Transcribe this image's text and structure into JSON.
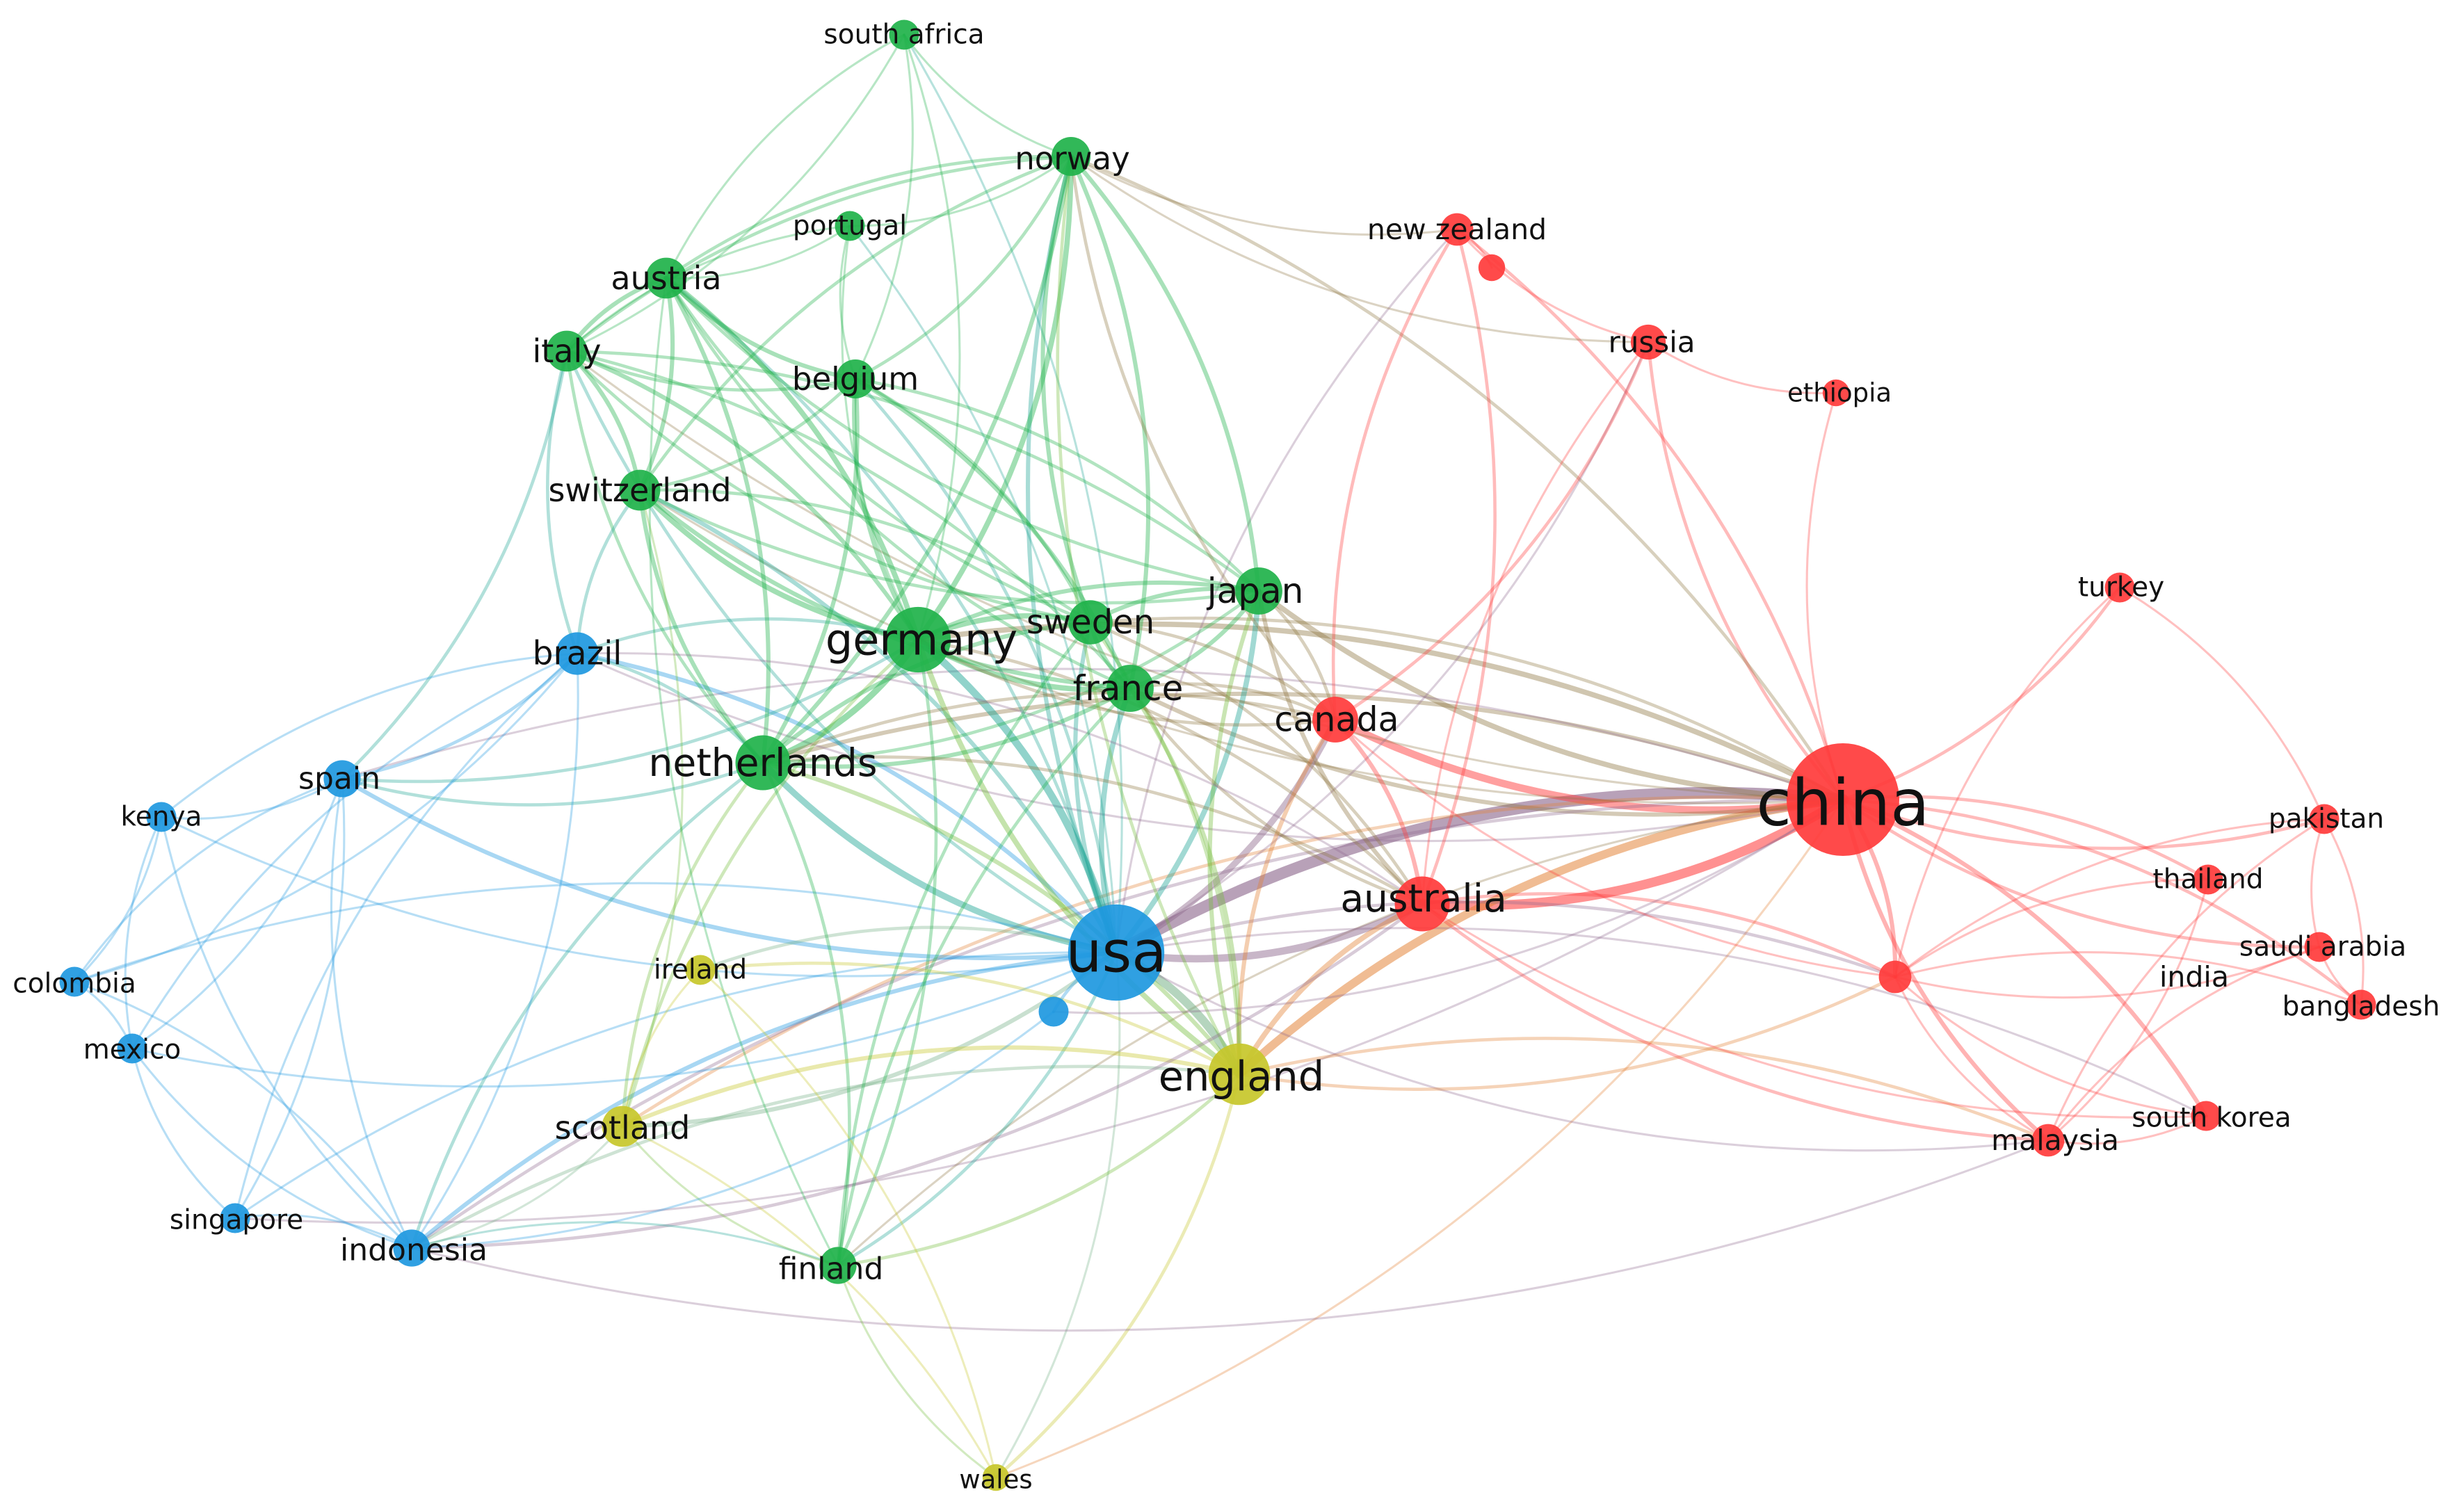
{
  "clusters": {
    "red": "#ff3b3b",
    "green": "#1fb24a",
    "blue": "#1e98e0",
    "yellow": "#c7c72a"
  },
  "nodes": [
    {
      "id": "china",
      "label": "china",
      "cluster": "red",
      "weight": 100
    },
    {
      "id": "usa",
      "label": "usa",
      "cluster": "blue",
      "weight": 70
    },
    {
      "id": "germany",
      "label": "germany",
      "cluster": "green",
      "weight": 28
    },
    {
      "id": "england",
      "label": "england",
      "cluster": "yellow",
      "weight": 24
    },
    {
      "id": "australia",
      "label": "australia",
      "cluster": "red",
      "weight": 18
    },
    {
      "id": "netherlands",
      "label": "netherlands",
      "cluster": "green",
      "weight": 18
    },
    {
      "id": "japan",
      "label": "japan",
      "cluster": "green",
      "weight": 12
    },
    {
      "id": "france",
      "label": "france",
      "cluster": "green",
      "weight": 12
    },
    {
      "id": "canada",
      "label": "canada",
      "cluster": "red",
      "weight": 11
    },
    {
      "id": "sweden",
      "label": "sweden",
      "cluster": "green",
      "weight": 10
    },
    {
      "id": "brazil",
      "label": "brazil",
      "cluster": "blue",
      "weight": 9
    },
    {
      "id": "austria",
      "label": "austria",
      "cluster": "green",
      "weight": 8
    },
    {
      "id": "switzerland",
      "label": "switzerland",
      "cluster": "green",
      "weight": 8
    },
    {
      "id": "italy",
      "label": "italy",
      "cluster": "green",
      "weight": 8
    },
    {
      "id": "scotland",
      "label": "scotland",
      "cluster": "yellow",
      "weight": 8
    },
    {
      "id": "norway",
      "label": "norway",
      "cluster": "green",
      "weight": 7
    },
    {
      "id": "belgium",
      "label": "belgium",
      "cluster": "green",
      "weight": 7
    },
    {
      "id": "finland",
      "label": "finland",
      "cluster": "green",
      "weight": 6
    },
    {
      "id": "spain",
      "label": "spain",
      "cluster": "blue",
      "weight": 6
    },
    {
      "id": "indonesia",
      "label": "indonesia",
      "cluster": "blue",
      "weight": 6
    },
    {
      "id": "russia",
      "label": "russia",
      "cluster": "red",
      "weight": 5
    },
    {
      "id": "new_zealand",
      "label": "new zealand",
      "cluster": "red",
      "weight": 4
    },
    {
      "id": "india",
      "label": "india",
      "cluster": "red",
      "weight": 4
    },
    {
      "id": "malaysia",
      "label": "malaysia",
      "cluster": "red",
      "weight": 4
    },
    {
      "id": "ireland",
      "label": "ireland",
      "cluster": "yellow",
      "weight": 3
    },
    {
      "id": "south_africa",
      "label": "south africa",
      "cluster": "green",
      "weight": 3
    },
    {
      "id": "portugal",
      "label": "portugal",
      "cluster": "green",
      "weight": 3
    },
    {
      "id": "south_korea",
      "label": "south korea",
      "cluster": "red",
      "weight": 3
    },
    {
      "id": "turkey",
      "label": "turkey",
      "cluster": "red",
      "weight": 3
    },
    {
      "id": "pakistan",
      "label": "pakistan",
      "cluster": "red",
      "weight": 3
    },
    {
      "id": "thailand",
      "label": "thailand",
      "cluster": "red",
      "weight": 3
    },
    {
      "id": "saudi_arabia",
      "label": "saudi arabia",
      "cluster": "red",
      "weight": 3
    },
    {
      "id": "bangladesh",
      "label": "bangladesh",
      "cluster": "red",
      "weight": 3
    },
    {
      "id": "ethiopia",
      "label": "ethiopia",
      "cluster": "red",
      "weight": 2
    },
    {
      "id": "kenya",
      "label": "kenya",
      "cluster": "blue",
      "weight": 3
    },
    {
      "id": "colombia",
      "label": "colombia",
      "cluster": "blue",
      "weight": 3
    },
    {
      "id": "mexico",
      "label": "mexico",
      "cluster": "blue",
      "weight": 3
    },
    {
      "id": "singapore",
      "label": "singapore",
      "cluster": "blue",
      "weight": 3
    },
    {
      "id": "wales",
      "label": "wales",
      "cluster": "yellow",
      "weight": 2
    },
    {
      "id": "unlabeled_blue",
      "label": "",
      "cluster": "blue",
      "weight": 3
    },
    {
      "id": "unlabeled_red",
      "label": "",
      "cluster": "red",
      "weight": 2
    }
  ],
  "edges": [
    [
      "china",
      "usa",
      10
    ],
    [
      "china",
      "australia",
      8
    ],
    [
      "china",
      "england",
      7
    ],
    [
      "china",
      "canada",
      6
    ],
    [
      "china",
      "germany",
      4
    ],
    [
      "china",
      "japan",
      4
    ],
    [
      "china",
      "netherlands",
      3
    ],
    [
      "china",
      "india",
      3
    ],
    [
      "china",
      "malaysia",
      3
    ],
    [
      "china",
      "south_korea",
      3
    ],
    [
      "china",
      "pakistan",
      2
    ],
    [
      "china",
      "thailand",
      2
    ],
    [
      "china",
      "saudi_arabia",
      2
    ],
    [
      "china",
      "bangladesh",
      2
    ],
    [
      "china",
      "turkey",
      2
    ],
    [
      "china",
      "russia",
      2
    ],
    [
      "china",
      "new_zealand",
      2
    ],
    [
      "china",
      "france",
      3
    ],
    [
      "china",
      "sweden",
      2
    ],
    [
      "china",
      "ethiopia",
      1
    ],
    [
      "china",
      "scotland",
      2
    ],
    [
      "china",
      "brazil",
      1
    ],
    [
      "china",
      "indonesia",
      2
    ],
    [
      "china",
      "singapore",
      1
    ],
    [
      "china",
      "norway",
      2
    ],
    [
      "china",
      "switzerland",
      1
    ],
    [
      "china",
      "spain",
      1
    ],
    [
      "china",
      "italy",
      1
    ],
    [
      "china",
      "finland",
      1
    ],
    [
      "china",
      "wales",
      1
    ],
    [
      "usa",
      "germany",
      6
    ],
    [
      "usa",
      "england",
      7
    ],
    [
      "usa",
      "australia",
      6
    ],
    [
      "usa",
      "netherlands",
      5
    ],
    [
      "usa",
      "canada",
      5
    ],
    [
      "usa",
      "france",
      4
    ],
    [
      "usa",
      "japan",
      4
    ],
    [
      "usa",
      "sweden",
      3
    ],
    [
      "usa",
      "brazil",
      3
    ],
    [
      "usa",
      "spain",
      3
    ],
    [
      "usa",
      "indonesia",
      3
    ],
    [
      "usa",
      "scotland",
      3
    ],
    [
      "usa",
      "switzerland",
      3
    ],
    [
      "usa",
      "italy",
      2
    ],
    [
      "usa",
      "austria",
      2
    ],
    [
      "usa",
      "norway",
      3
    ],
    [
      "usa",
      "belgium",
      2
    ],
    [
      "usa",
      "finland",
      2
    ],
    [
      "usa",
      "ireland",
      2
    ],
    [
      "usa",
      "kenya",
      1
    ],
    [
      "usa",
      "colombia",
      1
    ],
    [
      "usa",
      "mexico",
      1
    ],
    [
      "usa",
      "singapore",
      1
    ],
    [
      "usa",
      "india",
      2
    ],
    [
      "usa",
      "malaysia",
      1
    ],
    [
      "usa",
      "south_korea",
      1
    ],
    [
      "usa",
      "russia",
      1
    ],
    [
      "usa",
      "new_zealand",
      1
    ],
    [
      "usa",
      "south_africa",
      1
    ],
    [
      "usa",
      "wales",
      1
    ],
    [
      "usa",
      "portugal",
      1
    ],
    [
      "germany",
      "netherlands",
      5
    ],
    [
      "germany",
      "france",
      4
    ],
    [
      "germany",
      "sweden",
      4
    ],
    [
      "germany",
      "austria",
      4
    ],
    [
      "germany",
      "switzerland",
      4
    ],
    [
      "germany",
      "italy",
      3
    ],
    [
      "germany",
      "belgium",
      3
    ],
    [
      "germany",
      "norway",
      4
    ],
    [
      "germany",
      "japan",
      3
    ],
    [
      "germany",
      "england",
      4
    ],
    [
      "germany",
      "finland",
      2
    ],
    [
      "germany",
      "brazil",
      2
    ],
    [
      "germany",
      "spain",
      2
    ],
    [
      "germany",
      "canada",
      2
    ],
    [
      "germany",
      "australia",
      2
    ],
    [
      "germany",
      "south_africa",
      1
    ],
    [
      "germany",
      "portugal",
      1
    ],
    [
      "germany",
      "scotland",
      2
    ],
    [
      "netherlands",
      "england",
      3
    ],
    [
      "netherlands",
      "france",
      3
    ],
    [
      "netherlands",
      "sweden",
      3
    ],
    [
      "netherlands",
      "belgium",
      3
    ],
    [
      "netherlands",
      "switzerland",
      3
    ],
    [
      "netherlands",
      "austria",
      3
    ],
    [
      "netherlands",
      "italy",
      2
    ],
    [
      "netherlands",
      "norway",
      3
    ],
    [
      "netherlands",
      "finland",
      2
    ],
    [
      "netherlands",
      "brazil",
      2
    ],
    [
      "netherlands",
      "spain",
      2
    ],
    [
      "netherlands",
      "indonesia",
      2
    ],
    [
      "netherlands",
      "australia",
      2
    ],
    [
      "netherlands",
      "japan",
      2
    ],
    [
      "netherlands",
      "canada",
      2
    ],
    [
      "netherlands",
      "scotland",
      2
    ],
    [
      "england",
      "australia",
      4
    ],
    [
      "england",
      "scotland",
      3
    ],
    [
      "england",
      "canada",
      3
    ],
    [
      "england",
      "france",
      3
    ],
    [
      "england",
      "japan",
      3
    ],
    [
      "england",
      "sweden",
      2
    ],
    [
      "england",
      "wales",
      2
    ],
    [
      "england",
      "ireland",
      2
    ],
    [
      "england",
      "finland",
      2
    ],
    [
      "england",
      "indonesia",
      2
    ],
    [
      "england",
      "malaysia",
      2
    ],
    [
      "england",
      "india",
      2
    ],
    [
      "england",
      "norway",
      2
    ],
    [
      "australia",
      "canada",
      3
    ],
    [
      "australia",
      "japan",
      3
    ],
    [
      "australia",
      "new_zealand",
      2
    ],
    [
      "australia",
      "india",
      2
    ],
    [
      "australia",
      "malaysia",
      2
    ],
    [
      "australia",
      "france",
      2
    ],
    [
      "australia",
      "sweden",
      2
    ],
    [
      "australia",
      "russia",
      1
    ],
    [
      "australia",
      "south_korea",
      1
    ],
    [
      "australia",
      "indonesia",
      2
    ],
    [
      "australia",
      "brazil",
      1
    ],
    [
      "japan",
      "france",
      3
    ],
    [
      "japan",
      "sweden",
      3
    ],
    [
      "japan",
      "canada",
      2
    ],
    [
      "japan",
      "norway",
      3
    ],
    [
      "japan",
      "austria",
      2
    ],
    [
      "japan",
      "italy",
      2
    ],
    [
      "japan",
      "switzerland",
      2
    ],
    [
      "japan",
      "belgium",
      2
    ],
    [
      "france",
      "sweden",
      3
    ],
    [
      "france",
      "belgium",
      3
    ],
    [
      "france",
      "switzerland",
      3
    ],
    [
      "france",
      "italy",
      2
    ],
    [
      "france",
      "austria",
      2
    ],
    [
      "france",
      "norway",
      3
    ],
    [
      "france",
      "canada",
      2
    ],
    [
      "france",
      "finland",
      2
    ],
    [
      "sweden",
      "norway",
      3
    ],
    [
      "sweden",
      "finland",
      2
    ],
    [
      "sweden",
      "austria",
      2
    ],
    [
      "sweden",
      "switzerland",
      2
    ],
    [
      "sweden",
      "italy",
      2
    ],
    [
      "sweden",
      "belgium",
      2
    ],
    [
      "sweden",
      "canada",
      2
    ],
    [
      "canada",
      "russia",
      2
    ],
    [
      "canada",
      "new_zealand",
      2
    ],
    [
      "canada",
      "india",
      1
    ],
    [
      "canada",
      "norway",
      2
    ],
    [
      "austria",
      "italy",
      3
    ],
    [
      "austria",
      "switzerland",
      3
    ],
    [
      "austria",
      "belgium",
      3
    ],
    [
      "austria",
      "norway",
      2
    ],
    [
      "austria",
      "portugal",
      1
    ],
    [
      "austria",
      "south_africa",
      1
    ],
    [
      "austria",
      "finland",
      1
    ],
    [
      "italy",
      "switzerland",
      3
    ],
    [
      "italy",
      "belgium",
      2
    ],
    [
      "italy",
      "spain",
      2
    ],
    [
      "italy",
      "brazil",
      2
    ],
    [
      "italy",
      "norway",
      2
    ],
    [
      "italy",
      "south_africa",
      1
    ],
    [
      "italy",
      "portugal",
      1
    ],
    [
      "switzerland",
      "belgium",
      2
    ],
    [
      "switzerland",
      "norway",
      2
    ],
    [
      "switzerland",
      "brazil",
      2
    ],
    [
      "switzerland",
      "scotland",
      1
    ],
    [
      "belgium",
      "norway",
      2
    ],
    [
      "belgium",
      "portugal",
      1
    ],
    [
      "belgium",
      "south_africa",
      1
    ],
    [
      "norway",
      "south_africa",
      1
    ],
    [
      "norway",
      "new_zealand",
      1
    ],
    [
      "norway",
      "portugal",
      1
    ],
    [
      "norway",
      "russia",
      1
    ],
    [
      "brazil",
      "spain",
      2
    ],
    [
      "brazil",
      "kenya",
      1
    ],
    [
      "brazil",
      "colombia",
      1
    ],
    [
      "brazil",
      "mexico",
      1
    ],
    [
      "brazil",
      "indonesia",
      1
    ],
    [
      "brazil",
      "singapore",
      1
    ],
    [
      "spain",
      "kenya",
      1
    ],
    [
      "spain",
      "colombia",
      1
    ],
    [
      "spain",
      "mexico",
      1
    ],
    [
      "spain",
      "indonesia",
      1
    ],
    [
      "spain",
      "singapore",
      1
    ],
    [
      "indonesia",
      "singapore",
      1
    ],
    [
      "indonesia",
      "mexico",
      1
    ],
    [
      "indonesia",
      "colombia",
      1
    ],
    [
      "indonesia",
      "kenya",
      1
    ],
    [
      "indonesia",
      "malaysia",
      1
    ],
    [
      "indonesia",
      "finland",
      1
    ],
    [
      "indonesia",
      "scotland",
      1
    ],
    [
      "kenya",
      "colombia",
      1
    ],
    [
      "kenya",
      "mexico",
      1
    ],
    [
      "colombia",
      "mexico",
      1
    ],
    [
      "mexico",
      "singapore",
      1
    ],
    [
      "scotland",
      "ireland",
      1
    ],
    [
      "scotland",
      "finland",
      1
    ],
    [
      "scotland",
      "wales",
      1
    ],
    [
      "finland",
      "wales",
      1
    ],
    [
      "ireland",
      "wales",
      1
    ],
    [
      "india",
      "malaysia",
      1
    ],
    [
      "india",
      "pakistan",
      1
    ],
    [
      "india",
      "saudi_arabia",
      1
    ],
    [
      "india",
      "bangladesh",
      1
    ],
    [
      "india",
      "south_korea",
      1
    ],
    [
      "india",
      "thailand",
      1
    ],
    [
      "malaysia",
      "south_korea",
      1
    ],
    [
      "malaysia",
      "saudi_arabia",
      1
    ],
    [
      "malaysia",
      "thailand",
      1
    ],
    [
      "malaysia",
      "pakistan",
      1
    ],
    [
      "pakistan",
      "saudi_arabia",
      1
    ],
    [
      "pakistan",
      "bangladesh",
      1
    ],
    [
      "saudi_arabia",
      "bangladesh",
      1
    ],
    [
      "turkey",
      "pakistan",
      1
    ],
    [
      "turkey",
      "india",
      1
    ],
    [
      "russia",
      "new_zealand",
      1
    ],
    [
      "russia",
      "ethiopia",
      1
    ],
    [
      "new_zealand",
      "unlabeled_red",
      1
    ],
    [
      "usa",
      "unlabeled_blue",
      2
    ],
    [
      "unlabeled_blue",
      "indonesia",
      1
    ],
    [
      "unlabeled_blue",
      "china",
      1
    ]
  ]
}
